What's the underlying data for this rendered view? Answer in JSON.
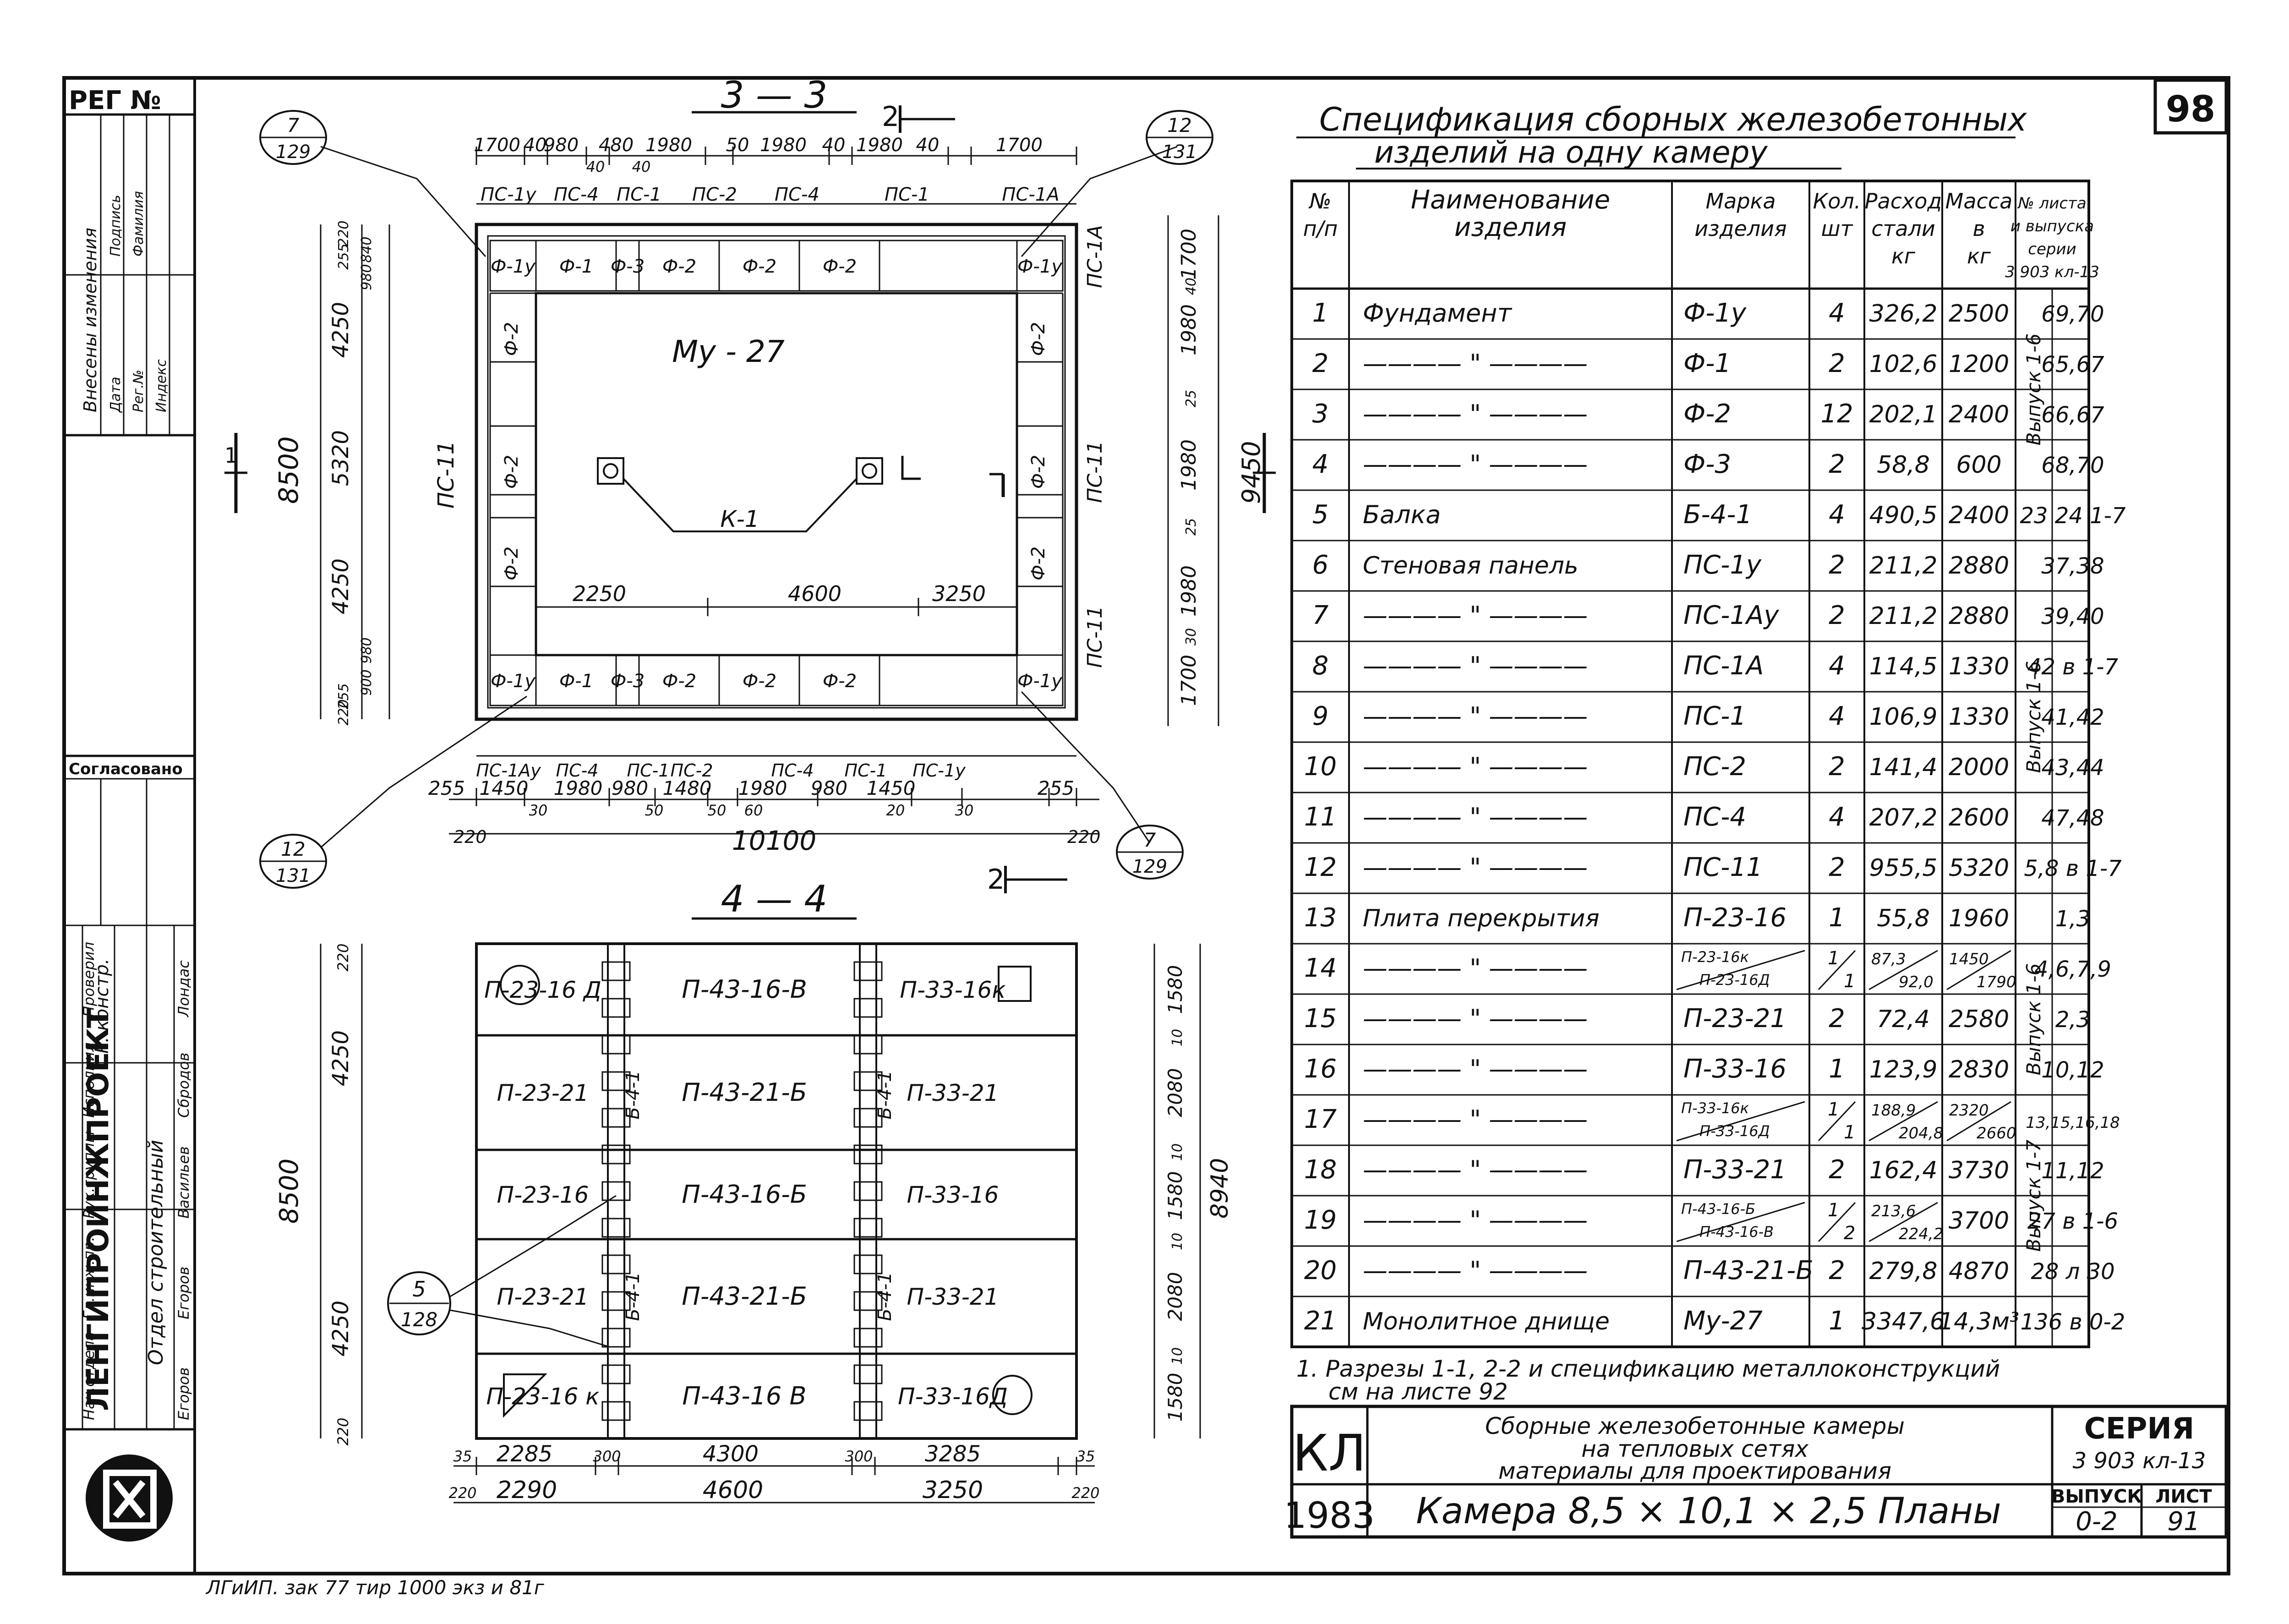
{
  "sheet": {
    "page_number": "98",
    "reg_label": "РЕГ №",
    "stamp_footer": "ЛГиИП. зак 77 тир 1000 экз и 81г"
  },
  "left_column": {
    "changes_title": "Внесены изменения",
    "changes_cols": [
      "Дата",
      "Рег.№",
      "Индекс",
      "Подпись",
      "Фамилия"
    ],
    "agreed": "Согласовано",
    "people": [
      {
        "role": "Нач.отдела",
        "name": "Егоров"
      },
      {
        "role": "Гл.инж.пр.",
        "name": "Егоров"
      },
      {
        "role": "Рук.группы",
        "name": "Васильев"
      },
      {
        "role": "Исполнил",
        "name": "Сбродов"
      },
      {
        "role": "Проверил",
        "name": "Лондас"
      }
    ],
    "department": "Отдел строительный",
    "org": "ЛЕНГИПРОИНЖПРОЕКТ",
    "org_short": "Р. констр."
  },
  "plan33": {
    "title": "3 — 3",
    "section_mark": "2",
    "top_dims": [
      "1700",
      "40",
      "980",
      "480",
      "1980",
      "50",
      "1980",
      "40",
      "1980",
      "40",
      "1700"
    ],
    "top_dims2": [
      "40",
      "40"
    ],
    "top_panels": [
      "ПС-1у",
      "ПС-4",
      "ПС-1",
      "ПС-2",
      "ПС-4",
      "ПС-1",
      "ПС-1А"
    ],
    "top_blocks": [
      "Ф-1у",
      "Ф-1",
      "Ф-3",
      "Ф-2",
      "Ф-2",
      "Ф-2",
      "Ф-1у"
    ],
    "bottom_blocks": [
      "Ф-1у",
      "Ф-1",
      "Ф-3",
      "Ф-2",
      "Ф-2",
      "Ф-2",
      "Ф-1у"
    ],
    "left_blocks": [
      "Ф-2",
      "Ф-2",
      "Ф-2"
    ],
    "right_blocks": [
      "Ф-2",
      "Ф-2",
      "Ф-2"
    ],
    "slab_label": "Му - 27",
    "beam_label": "К-1",
    "inner_dims": [
      "2250",
      "4600",
      "3250"
    ],
    "left_dims": [
      "220",
      "255",
      "840",
      "980",
      "4250",
      "5320",
      "4250",
      "980",
      "900",
      "255",
      "220"
    ],
    "left_total": "8500",
    "left_side_panel": "ПС-11",
    "right_side_panels": [
      "ПС-1А",
      "ПС-11",
      "ПС-11"
    ],
    "right_dims": [
      "1700",
      "40",
      "1980",
      "25",
      "1980",
      "25",
      "1980",
      "30",
      "1700"
    ],
    "right_total": "9450",
    "bottom_panels": [
      "ПС-1Ау",
      "ПС-4",
      "ПС-1",
      "ПС-2",
      "ПС-4",
      "ПС-1",
      "ПС-1у"
    ],
    "bottom_dims": [
      "255",
      "1450",
      "1980",
      "980",
      "1480",
      "1980",
      "980",
      "1450",
      "255"
    ],
    "bottom_gaps": [
      "30",
      "50",
      "50",
      "60",
      "20",
      "30"
    ],
    "bottom_corner": [
      "220",
      "220"
    ],
    "bottom_total": "10100",
    "bubbles": [
      {
        "top": "7",
        "bottom": "129"
      },
      {
        "top": "12",
        "bottom": "131"
      },
      {
        "top": "12",
        "bottom": "131"
      },
      {
        "top": "7",
        "bottom": "129"
      }
    ],
    "section_1": "1"
  },
  "plan44": {
    "title": "4 — 4",
    "rows": [
      {
        "left": "П-23-16 Д",
        "mid": "П-43-16-В",
        "right": "П-33-16к"
      },
      {
        "left": "П-23-21",
        "mid": "П-43-21-Б",
        "right": "П-33-21"
      },
      {
        "left": "П-23-16",
        "mid": "П-43-16-Б",
        "right": "П-33-16"
      },
      {
        "left": "П-23-21",
        "mid": "П-43-21-Б",
        "right": "П-33-21"
      },
      {
        "left": "П-23-16 к",
        "mid": "П-43-16 В",
        "right": "П-33-16Д"
      }
    ],
    "beam_label": "Б-4-1",
    "left_dims": [
      "220",
      "4250",
      "8500",
      "4250",
      "220"
    ],
    "right_dims": [
      "1580",
      "10",
      "2080",
      "10",
      "1580",
      "10",
      "2080",
      "10",
      "1580"
    ],
    "right_total": "8940",
    "bottom_dims": [
      "35",
      "2285",
      "300",
      "4300",
      "300",
      "3285",
      "35"
    ],
    "bottom_dims2": [
      "220",
      "2290",
      "4600",
      "3250",
      "220"
    ],
    "bubble": {
      "top": "5",
      "bottom": "128"
    }
  },
  "spec": {
    "title_line1": "Спецификация сборных железобетонных",
    "title_line2": "изделий на одну камеру",
    "headers": [
      "№ п/п",
      "Наименование изделия",
      "Марка изделия",
      "Кол. шт",
      "Расход стали кг",
      "Масса в кг",
      "№ листа и выпуска серии 3 903 кл-13"
    ],
    "rows": [
      {
        "n": "1",
        "name": "Фундамент",
        "mark": "Ф-1у",
        "qty": "4",
        "steel": "326,2",
        "mass": "2500",
        "sheet": "69,70"
      },
      {
        "n": "2",
        "name": "———— \" ————",
        "mark": "Ф-1",
        "qty": "2",
        "steel": "102,6",
        "mass": "1200",
        "sheet": "65,67"
      },
      {
        "n": "3",
        "name": "———— \" ————",
        "mark": "Ф-2",
        "qty": "12",
        "steel": "202,1",
        "mass": "2400",
        "sheet": "66,67"
      },
      {
        "n": "4",
        "name": "———— \" ————",
        "mark": "Ф-3",
        "qty": "2",
        "steel": "58,8",
        "mass": "600",
        "sheet": "68,70"
      },
      {
        "n": "5",
        "name": "Балка",
        "mark": "Б-4-1",
        "qty": "4",
        "steel": "490,5",
        "mass": "2400",
        "sheet": "23 24 1-7"
      },
      {
        "n": "6",
        "name": "Стеновая панель",
        "mark": "ПС-1у",
        "qty": "2",
        "steel": "211,2",
        "mass": "2880",
        "sheet": "37,38"
      },
      {
        "n": "7",
        "name": "———— \" ————",
        "mark": "ПС-1Ау",
        "qty": "2",
        "steel": "211,2",
        "mass": "2880",
        "sheet": "39,40"
      },
      {
        "n": "8",
        "name": "———— \" ————",
        "mark": "ПС-1А",
        "qty": "4",
        "steel": "114,5",
        "mass": "1330",
        "sheet": "42 в 1-7"
      },
      {
        "n": "9",
        "name": "———— \" ————",
        "mark": "ПС-1",
        "qty": "4",
        "steel": "106,9",
        "mass": "1330",
        "sheet": "41,42"
      },
      {
        "n": "10",
        "name": "———— \" ————",
        "mark": "ПС-2",
        "qty": "2",
        "steel": "141,4",
        "mass": "2000",
        "sheet": "43,44"
      },
      {
        "n": "11",
        "name": "———— \" ————",
        "mark": "ПС-4",
        "qty": "4",
        "steel": "207,2",
        "mass": "2600",
        "sheet": "47,48"
      },
      {
        "n": "12",
        "name": "———— \" ————",
        "mark": "ПС-11",
        "qty": "2",
        "steel": "955,5",
        "mass": "5320",
        "sheet": "5,8 в 1-7"
      },
      {
        "n": "13",
        "name": "Плита перекрытия",
        "mark": "П-23-16",
        "qty": "1",
        "steel": "55,8",
        "mass": "1960",
        "sheet": "1,3"
      },
      {
        "n": "14",
        "name": "———— \" ————",
        "mark": "П-23-16к / П-23-16Д",
        "qty": "1 / 1",
        "steel": "87,3 / 92,0",
        "mass": "1450 / 1790",
        "sheet": "4,6,7,9"
      },
      {
        "n": "15",
        "name": "———— \" ————",
        "mark": "П-23-21",
        "qty": "2",
        "steel": "72,4",
        "mass": "2580",
        "sheet": "2,3"
      },
      {
        "n": "16",
        "name": "———— \" ————",
        "mark": "П-33-16",
        "qty": "1",
        "steel": "123,9",
        "mass": "2830",
        "sheet": "10,12"
      },
      {
        "n": "17",
        "name": "———— \" ————",
        "mark": "П-33-16к / П-33-16Д",
        "qty": "1 / 1",
        "steel": "188,9 / 204,8",
        "mass": "2320 / 2660",
        "sheet": "13,15,16,18"
      },
      {
        "n": "18",
        "name": "———— \" ————",
        "mark": "П-33-21",
        "qty": "2",
        "steel": "162,4",
        "mass": "3730",
        "sheet": "11,12"
      },
      {
        "n": "19",
        "name": "———— \" ————",
        "mark": "П-43-16-Б / П-43-16-В",
        "qty": "1 / 2",
        "steel": "213,6 / 224,2",
        "mass": "3700",
        "sheet": "27 в 1-6"
      },
      {
        "n": "20",
        "name": "———— \" ————",
        "mark": "П-43-21-Б",
        "qty": "2",
        "steel": "279,8",
        "mass": "4870",
        "sheet": "28 л 30"
      },
      {
        "n": "21",
        "name": "Монолитное днище",
        "mark": "Му-27",
        "qty": "1",
        "steel": "3347,6",
        "mass": "14,3м³",
        "sheet": "136 в 0-2"
      }
    ],
    "vertical_groups": [
      "Выпуск 1-6",
      "Выпуск 1-6",
      "Выпуск 1-6",
      "Выпуск 1-7"
    ],
    "note_line1": "1. Разрезы 1-1, 2-2 и спецификацию металлоконструкций",
    "note_line2": "см на листе 92"
  },
  "titleblock": {
    "code": "КЛ",
    "year": "1983",
    "desc_line1": "Сборные железобетонные камеры",
    "desc_line2": "на тепловых сетях",
    "desc_line3": "материалы для проектирования",
    "series_label": "СЕРИЯ",
    "series_value": "3 903 кл-13",
    "sheet_name": "Камера 8,5 × 10,1 × 2,5 Планы",
    "issue_label": "ВЫПУСК",
    "issue_value": "0-2",
    "list_label": "ЛИСТ",
    "list_value": "91"
  }
}
